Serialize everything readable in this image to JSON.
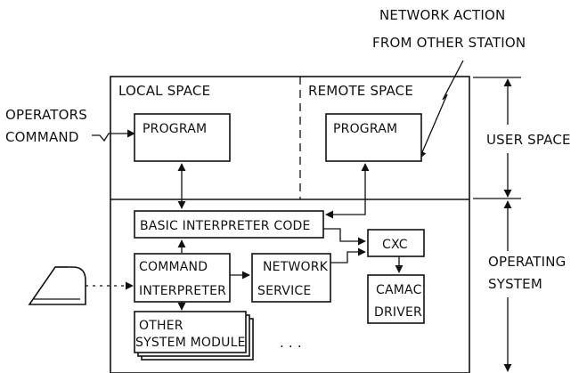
{
  "labels": {
    "network_action_line1": "NETWORK ACTION",
    "network_action_line2": "FROM OTHER STATION",
    "local_space": "LOCAL SPACE",
    "remote_space": "REMOTE SPACE",
    "operators_line1": "OPERATORS",
    "operators_line2": "COMMAND",
    "user_space": "USER SPACE",
    "operating_line1": "OPERATING",
    "operating_line2": "SYSTEM"
  },
  "boxes": {
    "local_program": "PROGRAM",
    "remote_program": "PROGRAM",
    "basic_interpreter": "BASIC INTERPRETER CODE",
    "command_interpreter_line1": "COMMAND",
    "command_interpreter_line2": "INTERPRETER",
    "network_service_line1": "NETWORK",
    "network_service_line2": "SERVICE",
    "cxc": "CXC",
    "camac_driver_line1": "CAMAC",
    "camac_driver_line2": "DRIVER",
    "other_module_line1": "OTHER",
    "other_module_line2": "SYSTEM MODULE"
  },
  "ellipsis": ". . .",
  "colors": {
    "ink": "#111111",
    "background": "#ffffff"
  }
}
